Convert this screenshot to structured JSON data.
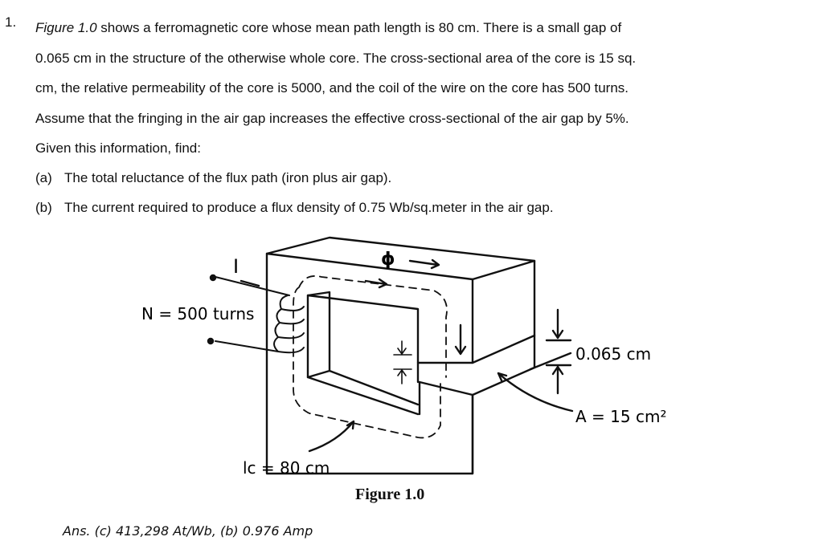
{
  "problem": {
    "number": "1.",
    "intro_figure_ref": "Figure 1.0",
    "line1_rest": " shows a ferromagnetic core whose mean path length is 80 cm. There is a small gap of",
    "line2": "0.065 cm in the structure of the otherwise whole core. The cross-sectional area of the core is 15 sq.",
    "line3": "cm, the relative permeability of the core is 5000, and the coil of the wire on the core has 500 turns.",
    "line4": "Assume that the fringing in the air gap increases the effective cross-sectional of the air gap by 5%.",
    "line5": "Given this information, find:",
    "parts": [
      {
        "label": "(a)",
        "text": "The total reluctance of the flux path (iron plus air gap)."
      },
      {
        "label": "(b)",
        "text": "The current required to produce a flux density of 0.75 Wb/sq.meter in the air gap."
      }
    ]
  },
  "figure": {
    "current_label": "I",
    "flux_label": "ϕ",
    "turns_label": "N = 500 turns",
    "gap_label": "0.065 cm",
    "area_label": "A = 15 cm²",
    "path_label": "lc = 80 cm",
    "caption": "Figure 1.0"
  },
  "answer": "Ans. (c) 413,298 At/Wb, (b) 0.976 Amp"
}
